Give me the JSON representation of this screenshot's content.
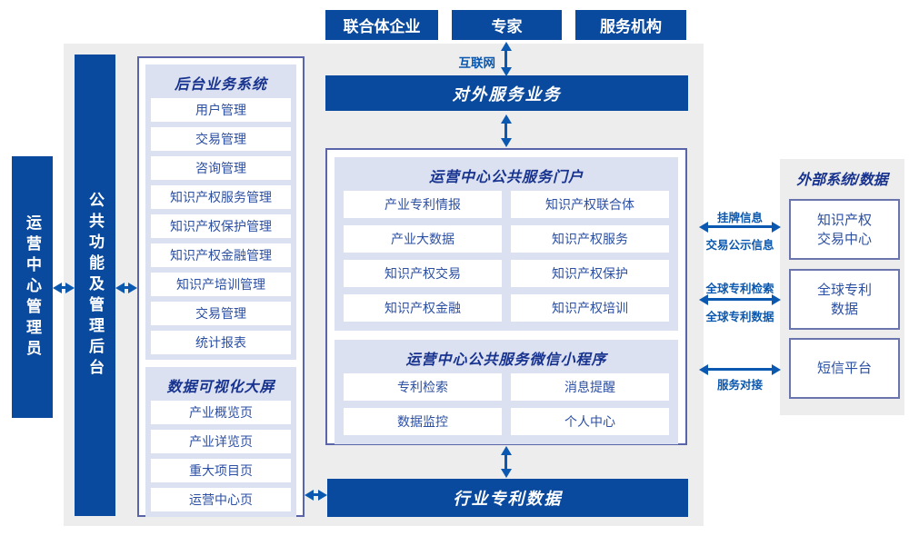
{
  "top_actors": [
    "联合体企业",
    "专家",
    "服务机构"
  ],
  "labels": {
    "internet": "互联网"
  },
  "bars": {
    "external_service": "对外服务业务",
    "industry_patent_data": "行业专利数据"
  },
  "rails": {
    "operator": "运营中心管理员",
    "admin_backend": "公共功能及管理后台"
  },
  "backend_system": {
    "title": "后台业务系统",
    "items": [
      "用户管理",
      "交易管理",
      "咨询管理",
      "知识产权服务管理",
      "知识产权保护管理",
      "知识产权金融管理",
      "知识产培训管理",
      "交易管理",
      "统计报表"
    ]
  },
  "dashboard": {
    "title": "数据可视化大屏",
    "items": [
      "产业概览页",
      "产业详览页",
      "重大项目页",
      "运营中心页"
    ]
  },
  "portal": {
    "title": "运营中心公共服务门户",
    "items": [
      "产业专利情报",
      "知识产权联合体",
      "产业大数据",
      "知识产权服务",
      "知识产权交易",
      "知识产权保护",
      "知识产权金融",
      "知识产权培训"
    ]
  },
  "miniprogram": {
    "title": "运营中心公共服务微信小程序",
    "items": [
      "专利检索",
      "消息提醒",
      "数据监控",
      "个人中心"
    ]
  },
  "external": {
    "title": "外部系统/数据",
    "systems": [
      "知识产权交易中心",
      "全球专利数据",
      "短信平台"
    ]
  },
  "links": {
    "listing_info": "挂牌信息",
    "trade_publicity_info": "交易公示信息",
    "global_patent_search": "全球专利检索",
    "global_patent_data": "全球专利数据",
    "service_integration": "服务对接"
  },
  "colors": {
    "primary": "#0a4a9e",
    "panel_bg": "#ededed",
    "section_bg": "#dce1f1",
    "heading_text": "#17338f",
    "item_text": "#2b4fa3",
    "link_text": "#0a58b0",
    "border": "#5a64a8"
  }
}
